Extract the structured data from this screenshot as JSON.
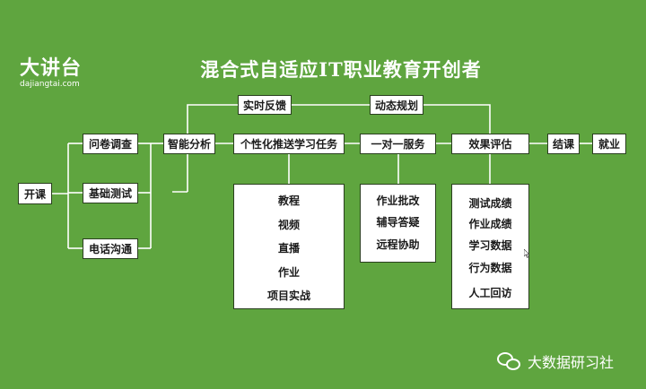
{
  "logo": {
    "mark": "大讲台",
    "url": "dajiangtai.com"
  },
  "title": "混合式自适应IT职业教育开创者",
  "nodes": {
    "start": "开课",
    "questionnaire": "问卷调查",
    "basic_test": "基础测试",
    "phone": "电话沟通",
    "analysis": "智能分析",
    "personalized": "个性化推送学习任务",
    "one_on_one": "一对一服务",
    "evaluation": "效果评估",
    "graduate": "结课",
    "employment": "就业",
    "feedback": "实时反馈",
    "planning": "动态规划"
  },
  "lists": {
    "learning": [
      "教程",
      "视频",
      "直播",
      "作业",
      "项目实战"
    ],
    "service": [
      "作业批改",
      "辅导答疑",
      "远程协助"
    ],
    "evaluation": [
      "测试成绩",
      "作业成绩",
      "学习数据",
      "行为数据",
      "人工回访"
    ]
  },
  "watermark": "大数据研习社",
  "colors": {
    "background": "#5fa53f",
    "box": "#ffffff",
    "line": "#ffffff",
    "border": "#2a3f1f"
  }
}
